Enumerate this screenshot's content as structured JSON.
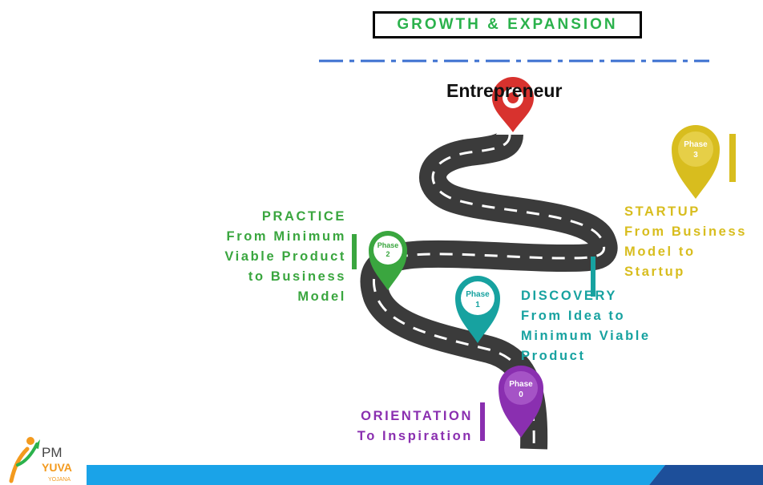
{
  "title": "GROWTH & EXPANSION",
  "destination": "Entrepreneur",
  "phases": [
    {
      "pin": "Phase\n0",
      "pin_l1": "Phase",
      "pin_l2": "0",
      "heading": "ORIENTATION",
      "lines": [
        "To Inspiration"
      ],
      "color": "#8a2fb0"
    },
    {
      "pin_l1": "Phase",
      "pin_l2": "1",
      "heading": "DISCOVERY",
      "lines": [
        "From Idea to",
        "Minimum Viable",
        "Product"
      ],
      "color": "#17a2a0"
    },
    {
      "pin_l1": "Phase",
      "pin_l2": "2",
      "heading": "PRACTICE",
      "lines": [
        "From Minimum",
        "Viable Product",
        "to Business",
        "Model"
      ],
      "color": "#3aa63f"
    },
    {
      "pin_l1": "Phase",
      "pin_l2": "3",
      "heading": "STARTUP",
      "lines": [
        "From Business",
        "Model to",
        "Startup"
      ],
      "color": "#d8bd1e"
    }
  ],
  "logo": {
    "line1": "PM",
    "line2": "YUVA",
    "line3": "YOJANA"
  },
  "colors": {
    "road": "#3b3b3b",
    "red_pin": "#d8322e",
    "dash": "#3a6fd0",
    "footer_light": "#1aa3e8",
    "footer_dark": "#1d4f9a"
  }
}
